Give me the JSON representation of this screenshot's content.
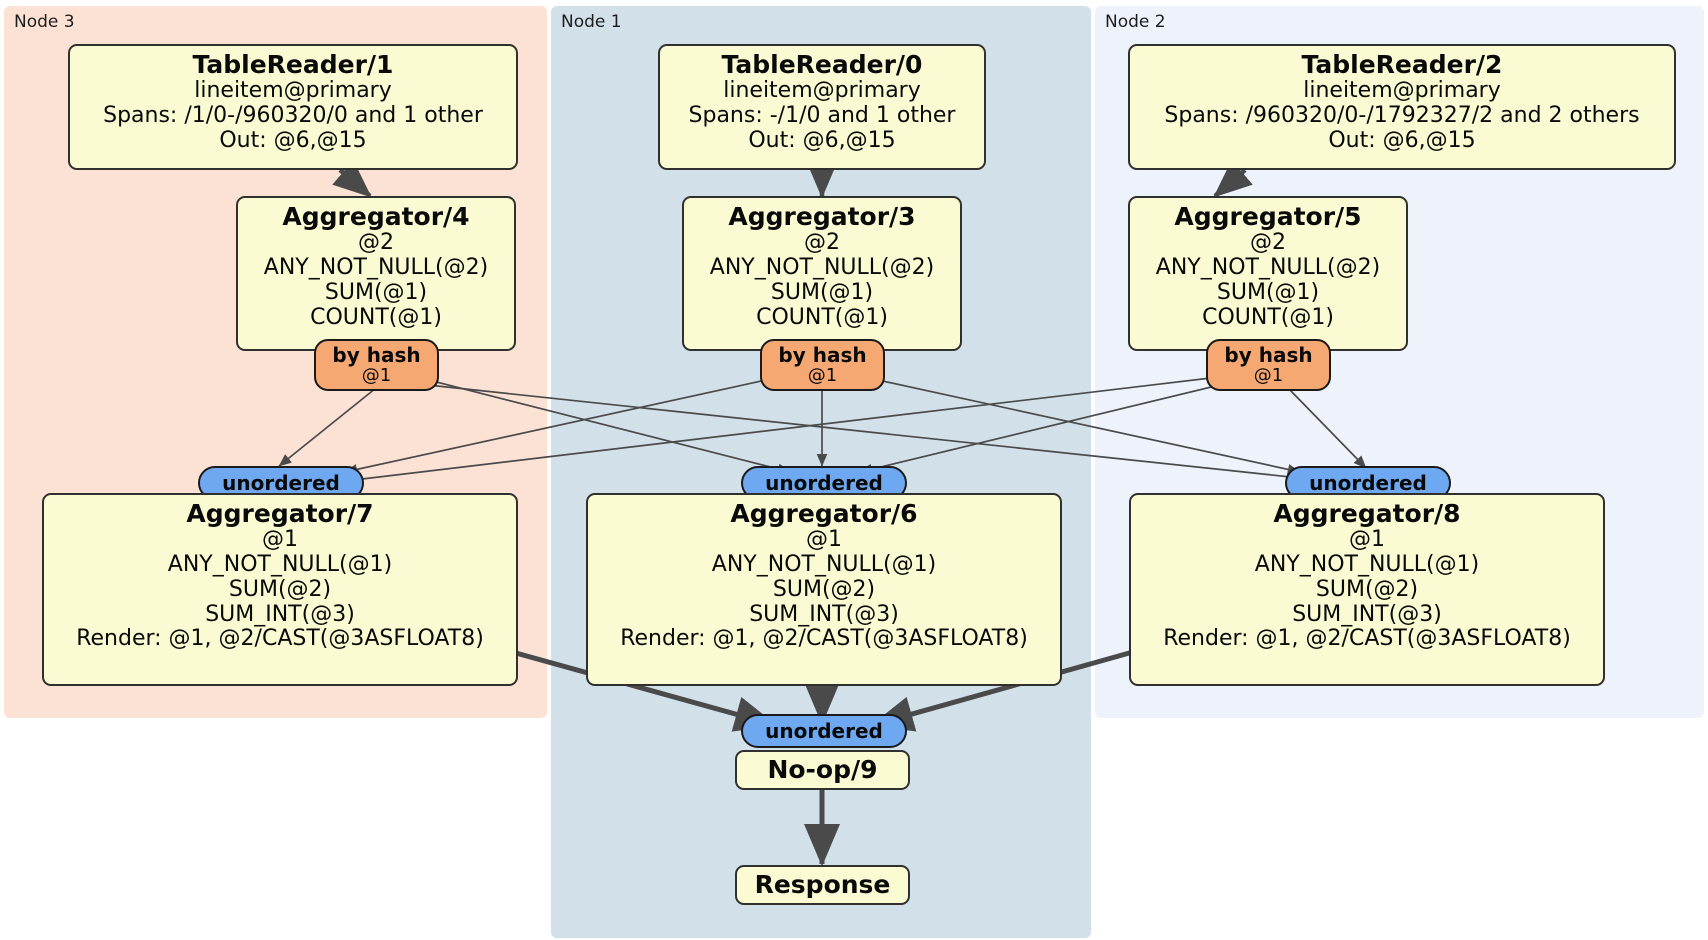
{
  "diagram": {
    "type": "distributed-query-plan",
    "colors": {
      "node3_panel": "#fbe2d5",
      "node1_panel": "#d2e0ea",
      "node2_panel": "#edf2fb",
      "processor_box": "#fbfbd3",
      "hash_router": "#f6a873",
      "sync_pill": "#6ea8f0",
      "edge": "#4a4a4a",
      "outline": "#30302f"
    }
  },
  "panels": [
    {
      "id": "node3",
      "label": "Node 3"
    },
    {
      "id": "node1",
      "label": "Node 1"
    },
    {
      "id": "node2",
      "label": "Node 2"
    }
  ],
  "processors": {
    "table_reader_1": {
      "title": "TableReader/1",
      "lines": [
        "lineitem@primary",
        "Spans: /1/0-/960320/0 and 1 other",
        "Out: @6,@15"
      ]
    },
    "table_reader_0": {
      "title": "TableReader/0",
      "lines": [
        "lineitem@primary",
        "Spans: -/1/0 and 1 other",
        "Out: @6,@15"
      ]
    },
    "table_reader_2": {
      "title": "TableReader/2",
      "lines": [
        "lineitem@primary",
        "Spans: /960320/0-/1792327/2 and 2 others",
        "Out: @6,@15"
      ]
    },
    "aggregator_4": {
      "title": "Aggregator/4",
      "lines": [
        "@2",
        "ANY_NOT_NULL(@2)",
        "SUM(@1)",
        "COUNT(@1)"
      ]
    },
    "aggregator_3": {
      "title": "Aggregator/3",
      "lines": [
        "@2",
        "ANY_NOT_NULL(@2)",
        "SUM(@1)",
        "COUNT(@1)"
      ]
    },
    "aggregator_5": {
      "title": "Aggregator/5",
      "lines": [
        "@2",
        "ANY_NOT_NULL(@2)",
        "SUM(@1)",
        "COUNT(@1)"
      ]
    },
    "aggregator_7": {
      "title": "Aggregator/7",
      "lines": [
        "@1",
        "ANY_NOT_NULL(@1)",
        "SUM(@2)",
        "SUM_INT(@3)",
        "Render: @1, @2/CAST(@3ASFLOAT8)"
      ]
    },
    "aggregator_6": {
      "title": "Aggregator/6",
      "lines": [
        "@1",
        "ANY_NOT_NULL(@1)",
        "SUM(@2)",
        "SUM_INT(@3)",
        "Render: @1, @2/CAST(@3ASFLOAT8)"
      ]
    },
    "aggregator_8": {
      "title": "Aggregator/8",
      "lines": [
        "@1",
        "ANY_NOT_NULL(@1)",
        "SUM(@2)",
        "SUM_INT(@3)",
        "Render: @1, @2/CAST(@3ASFLOAT8)"
      ]
    },
    "noop_9": {
      "title": "No-op/9"
    },
    "response": {
      "title": "Response"
    }
  },
  "routers": {
    "hash_left": {
      "label": "by hash",
      "column": "@1"
    },
    "hash_mid": {
      "label": "by hash",
      "column": "@1"
    },
    "hash_right": {
      "label": "by hash",
      "column": "@1"
    },
    "sync_left": {
      "label": "unordered"
    },
    "sync_mid": {
      "label": "unordered"
    },
    "sync_right": {
      "label": "unordered"
    },
    "sync_final": {
      "label": "unordered"
    }
  }
}
